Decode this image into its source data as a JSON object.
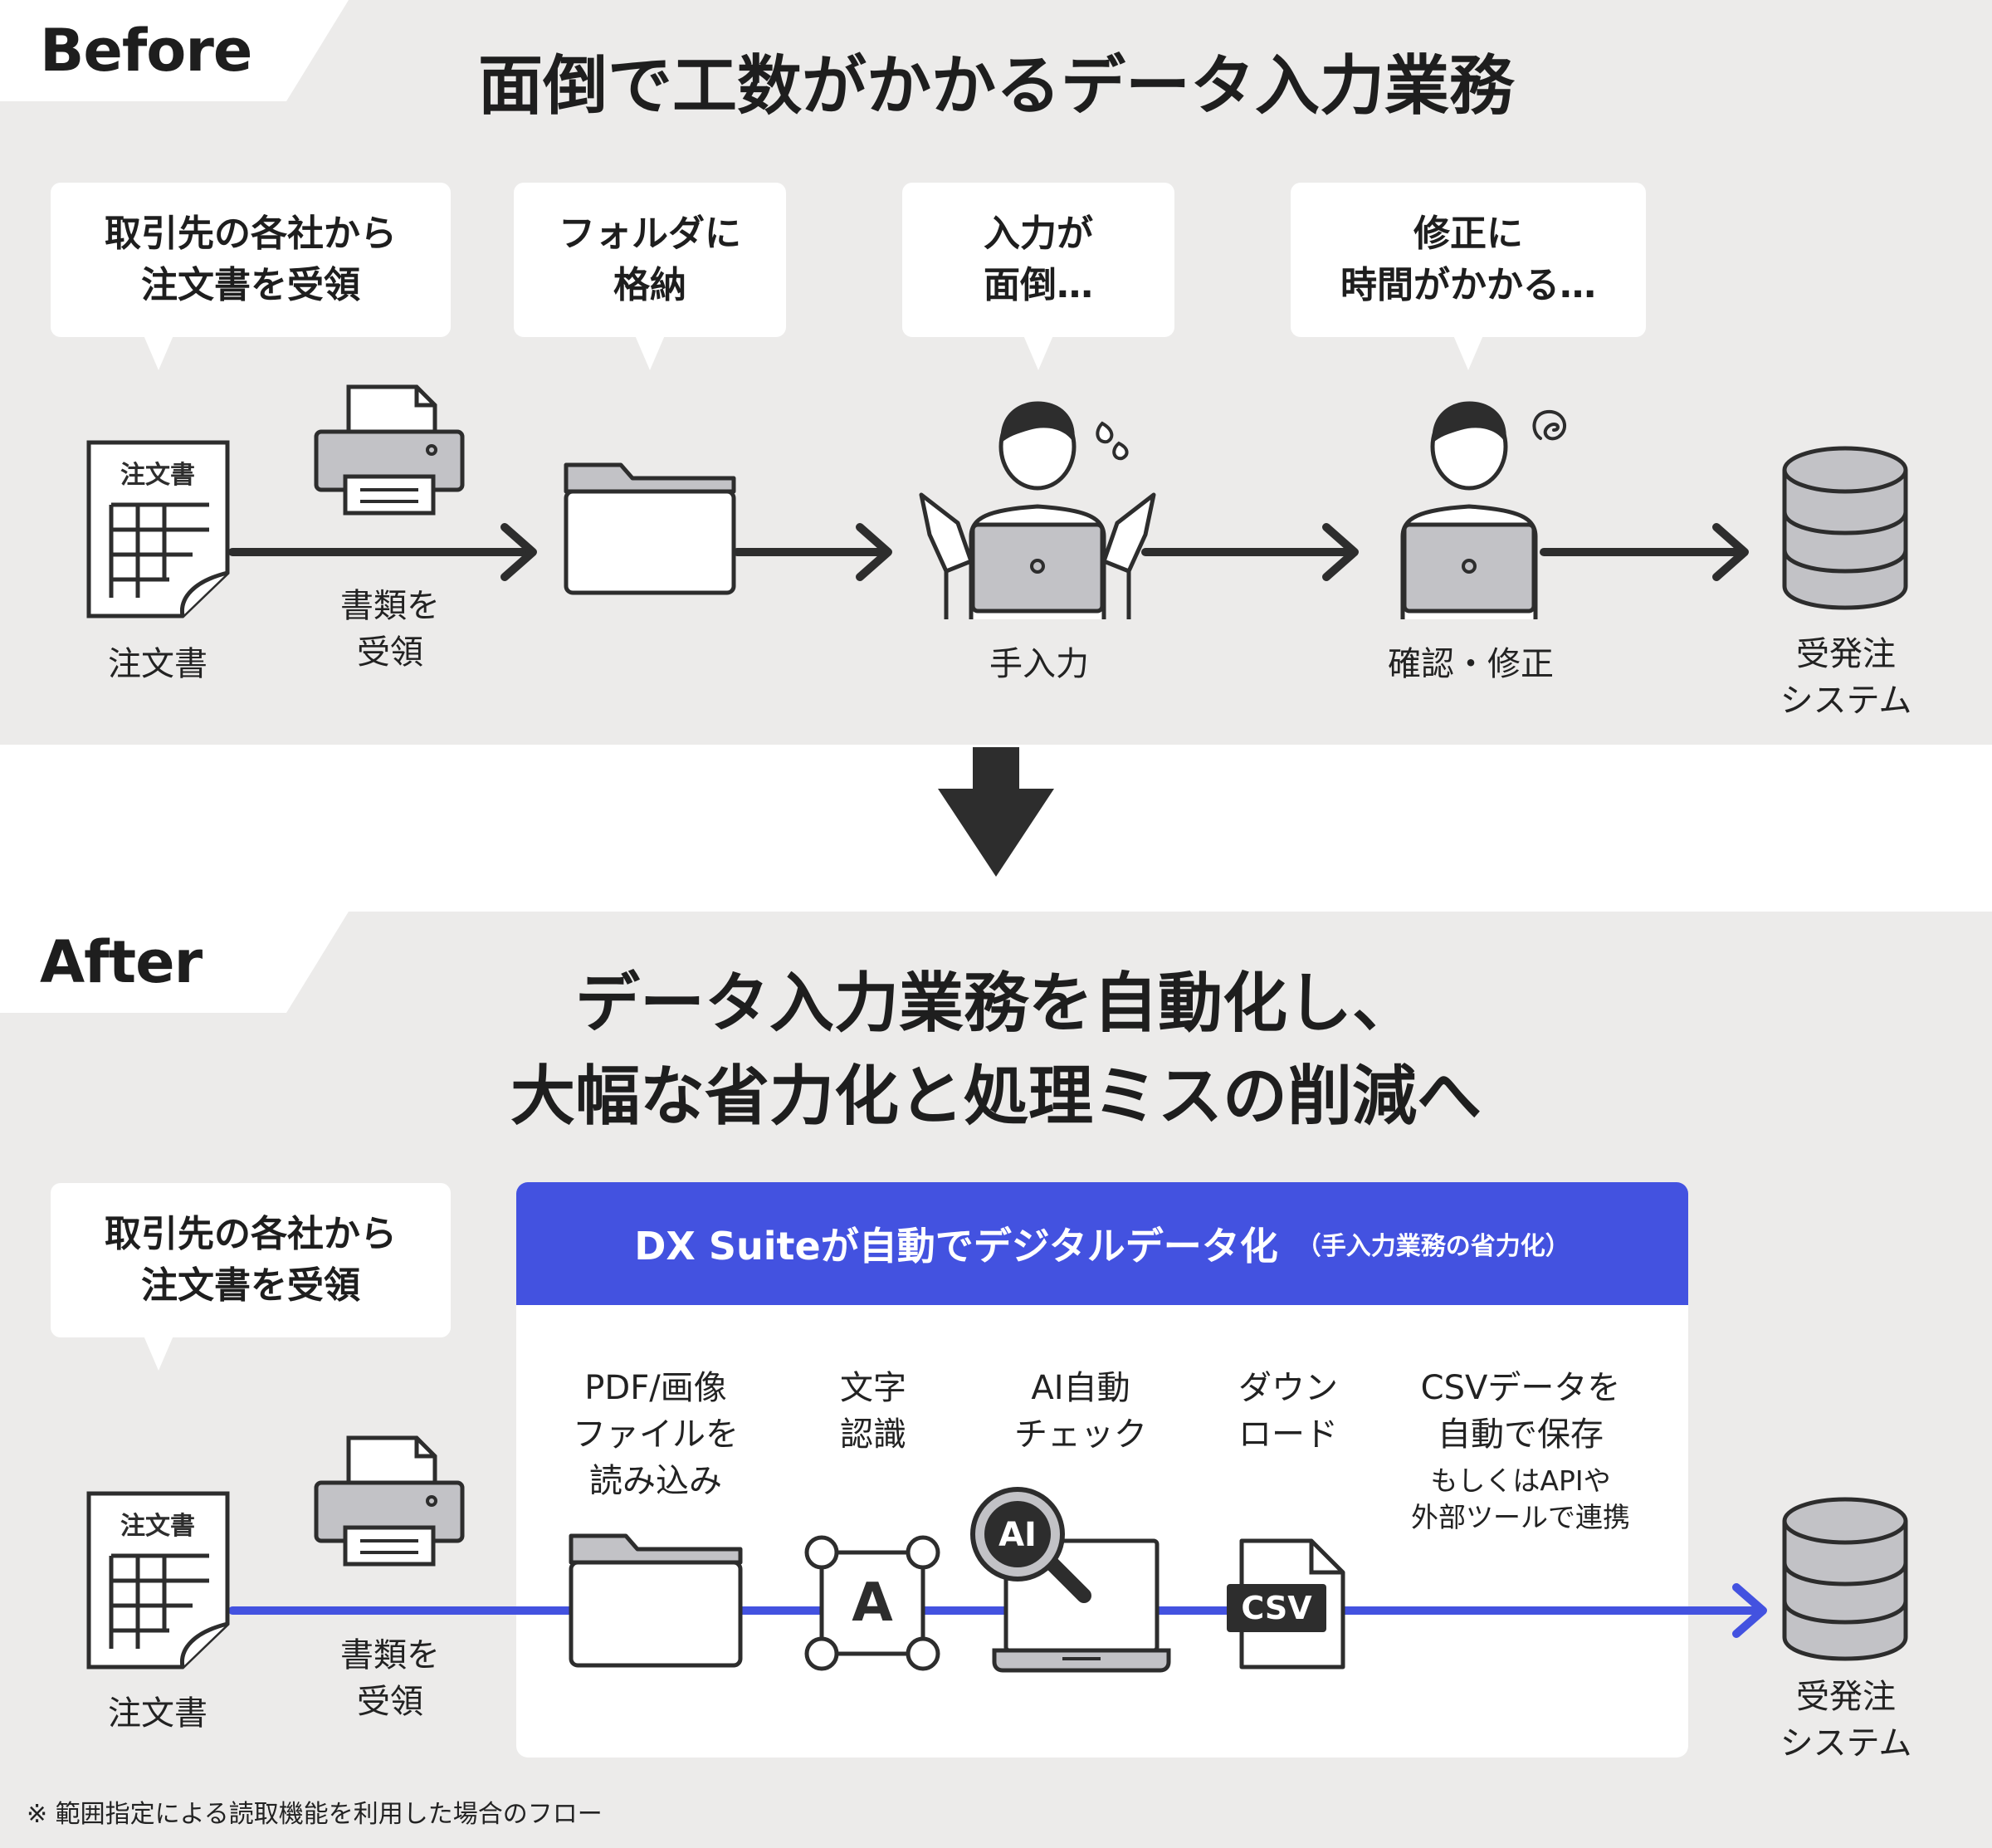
{
  "before": {
    "tag": "Before",
    "headline": "面倒で工数がかかるデータ入力業務",
    "bubbles": [
      "取引先の各社から\n注文書を受領",
      "フォルダに\n格納",
      "入力が\n面倒…",
      "修正に\n時間がかかる…"
    ],
    "doc_title": "注文書",
    "labels": {
      "order": "注文書",
      "receive": "書類を\n受領",
      "manual": "手入力",
      "check": "確認・修正",
      "system": "受発注\nシステム"
    }
  },
  "after": {
    "tag": "After",
    "headline_line1": "データ入力業務を自動化し、",
    "headline_line2": "大幅な省力化と処理ミスの削減へ",
    "bubble": "取引先の各社から\n注文書を受領",
    "doc_title": "注文書",
    "labels": {
      "order": "注文書",
      "receive": "書類を\n受領",
      "system": "受発注\nシステム"
    },
    "dx_header": "DX Suiteが自動でデジタルデータ化",
    "dx_header_sub": "（手入力業務の省力化）",
    "steps": [
      "PDF/画像\nファイルを\n読み込み",
      "文字\n認識",
      "AI自動\nチェック",
      "ダウン\nロード",
      "CSVデータを\n自動で保存"
    ],
    "step5_sub": "もしくはAPIや\n外部ツールで連携",
    "icon_text": {
      "ocr_letter": "A",
      "ai": "AI",
      "csv": "CSV"
    }
  },
  "footnote": "※ 範囲指定による読取機能を利用した場合のフロー",
  "colors": {
    "accent": "#4352e0",
    "panel": "#ecebea",
    "dark": "#2d2d2d",
    "icon_gray": "#c2c2c6"
  }
}
